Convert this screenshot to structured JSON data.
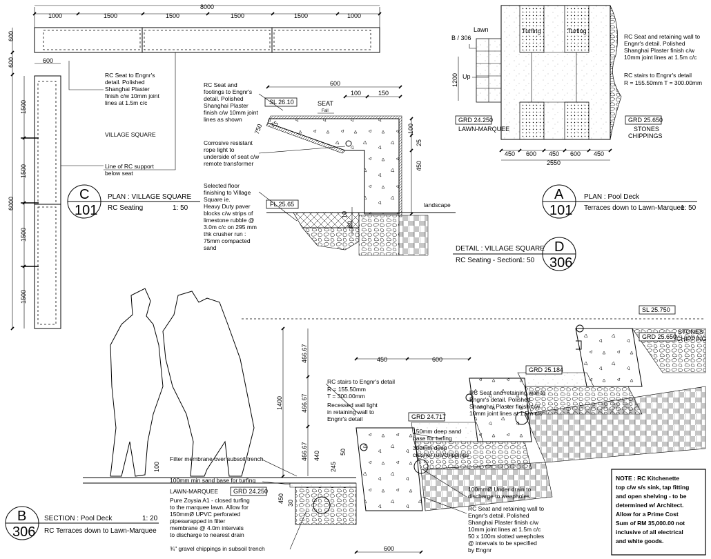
{
  "plan_c": {
    "dims_top": [
      "8000",
      "1000",
      "1500",
      "1500",
      "1500",
      "1500",
      "1000"
    ],
    "dims_left_top": [
      "600",
      "600"
    ],
    "dim_600": "600",
    "dims_left": [
      "6000",
      "1500",
      "1500",
      "1500",
      "1500"
    ],
    "note_seat": [
      "RC Seat to Engnr's",
      "detail. Polished",
      "Shanghai Plaster",
      "finish c/w 10mm joint",
      "lines at 1.5m c/c"
    ],
    "village_square": "VILLAGE SQUARE",
    "note_support": [
      "Line of RC support",
      "below seat"
    ],
    "callout_letter": "C",
    "callout_num": "101",
    "title": "PLAN : VILLAGE SQUARE",
    "subtitle": "RC Seating",
    "scale": "1: 50"
  },
  "detail_d": {
    "note_footing": [
      "RC Seat and",
      "footings to Engnr's",
      "detail. Polished",
      "Shanghai Plaster",
      "finish c/w 10mm joint",
      "lines as shown"
    ],
    "note_rope": [
      "Corrosive resistant",
      "rope light to",
      "underside of seat c/w",
      "remote transformer"
    ],
    "note_floor": [
      "Selected floor",
      "finishing to Village",
      "Square ie.",
      "Heavy Duty paver",
      "blocks c/w strips of",
      "limestone rubble @",
      "3.0m c/c on 295 mm",
      "thk crusher run :",
      "75mm compacted",
      "sand"
    ],
    "sl": "SL 26.10",
    "fl": "FL 25.65",
    "seat": "SEAT",
    "fall": "Fall",
    "dims": [
      "600",
      "100",
      "150",
      "100",
      "25",
      "450",
      "10",
      "60",
      "750",
      "75"
    ],
    "landscape": "landscape",
    "title": "DETAIL : VILLAGE SQUARE",
    "subtitle": "RC Seating - Section",
    "scale": "1: 50",
    "callout_letter": "D",
    "callout_num": "306"
  },
  "plan_a": {
    "lawn": "Lawn",
    "ref": "B / 306",
    "up": "Up",
    "dim_1200": "1200",
    "turfing": [
      "Turfing",
      "Turfing"
    ],
    "grd_left": "GRD 24.250",
    "lawn_marquee": "LAWN-MARQUEE",
    "grd_right": "GRD 25.650",
    "stones": [
      "STONES",
      "CHIPPINGS"
    ],
    "dims_bottom": [
      "450",
      "600",
      "450",
      "600",
      "450"
    ],
    "dim_total": "2550",
    "note_wall": [
      "RC Seat and retaining wall to",
      "Engnr's detail. Polished",
      "Shanghai Plaster finish c/w",
      "10mm joint lines at 1.5m c/c"
    ],
    "note_stairs": [
      "RC stairs to Engnr's detail",
      "R = 155.50mm T = 300.00mm"
    ],
    "callout_letter": "A",
    "callout_num": "101",
    "title": "PLAN : Pool Deck",
    "subtitle": "Terraces down to Lawn-Marquee",
    "scale": "1: 50"
  },
  "section_b": {
    "sl": "SL 25.750",
    "stones": [
      "STONES",
      "CHIPPING"
    ],
    "grd_top": "GRD 25.650",
    "grd_mid": "GRD 25.184",
    "grd_low": "GRD 24.717",
    "grd_base": "GRD 24.250",
    "dims_top": [
      "450",
      "600"
    ],
    "dims_vert": [
      "466.67",
      "466.67",
      "466.67",
      "1400",
      "440",
      "245",
      "50",
      "100",
      "450",
      "30"
    ],
    "note_stairs": [
      "RC stairs to Engnr's detail",
      "R = 155.50mm",
      "T = 300.00mm",
      "Recessed wall light",
      "in retaining wall to",
      "Engnr's detail"
    ],
    "note_sand": [
      "150mm deep sand",
      "base for turfing",
      "300mm deep",
      "crusher run/chippings"
    ],
    "note_wall": [
      "RC Seat and retaining wall to",
      "Engnr's detail. Polished",
      "Shanghai Plaster finish c/w",
      "10mm joint lines at 1.5m c/c"
    ],
    "note_filter": "Filter membrane over subsoil trench",
    "note_sandbase": "100mm min sand base for turfing",
    "lawn_marquee": "LAWN-MARQUEE",
    "note_zoysia": [
      "Pure Zoysia A1 - closed turfing",
      "to the marquee lawn. Allow for",
      "150mmØ UPVC perforated",
      "pipeswrapped in filter",
      "membrane  @ 4.0m intervals",
      "to discharge to nearest drain"
    ],
    "note_gravel": "¾\" gravel chippings in subsoil trench",
    "note_underdrain": [
      "100mmØ Under drain to",
      "discharge to weepholes"
    ],
    "note_bottom": [
      "RC Seat and retaining wall to",
      "Engnr's detail. Polished",
      "Shanghai Plaster finish c/w",
      "10mm joint lines at 1.5m c/c",
      "50 x 100m slotted weepholes",
      "@ intervals to be specified",
      "by Engnr"
    ],
    "dim_600": "600",
    "callout_letter": "B",
    "callout_num": "306",
    "title": "SECTION : Pool Deck",
    "subtitle": "RC Terraces down to Lawn-Marquee",
    "scale": "1: 20"
  },
  "note_box": [
    "NOTE : RC Kitchenette",
    "top c/w s/s sink, tap fitting",
    "and open shelving - to be",
    "determined w/ Architect.",
    "Allow for a Prime Cost",
    "Sum of RM 35,000.00 not",
    "inclusive of all electrical",
    "and white goods."
  ]
}
